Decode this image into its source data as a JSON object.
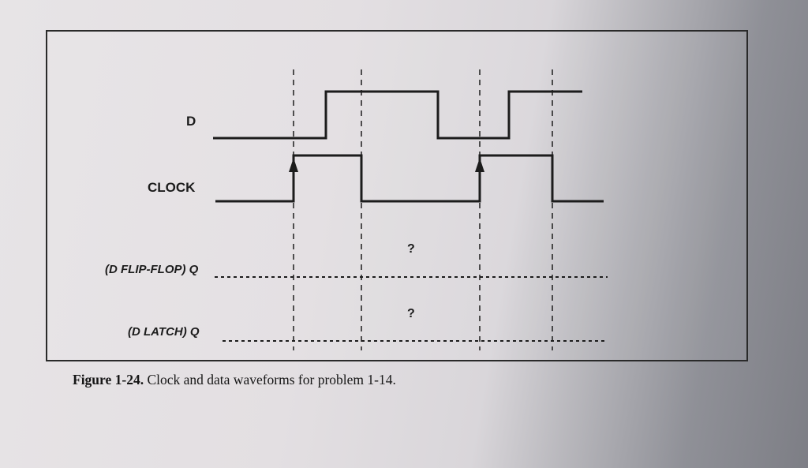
{
  "signals": {
    "d_label": "D",
    "clock_label": "CLOCK",
    "dff_label": "(D FLIP-FLOP) Q",
    "dlatch_label": "(D LATCH) Q"
  },
  "unknowns": {
    "dff_mark": "?",
    "dlatch_mark": "?"
  },
  "caption": {
    "number": "Figure 1-24.",
    "text": " Clock and data waveforms for problem 1-14."
  },
  "waveforms": {
    "d_levels": [
      0,
      1,
      0,
      1
    ],
    "clock_levels": [
      0,
      1,
      0,
      1,
      0
    ],
    "rising_edge_arrows": 2
  },
  "colors": {
    "ink": "#1c1c1c",
    "frame": "#2a2a2a"
  }
}
